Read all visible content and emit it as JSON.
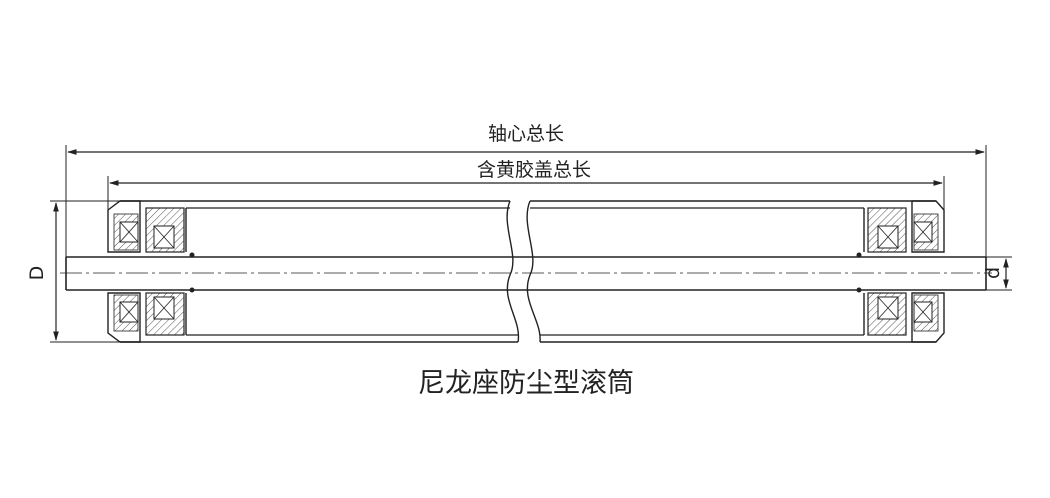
{
  "labels": {
    "shaft_total_length": "轴心总长",
    "cap_total_length": "含黄胶盖总长",
    "outer_diameter": "D",
    "shaft_diameter": "d",
    "title": "尼龙座防尘型滚筒"
  },
  "colors": {
    "line": "#222222",
    "hatch": "#555555",
    "background": "#ffffff"
  }
}
